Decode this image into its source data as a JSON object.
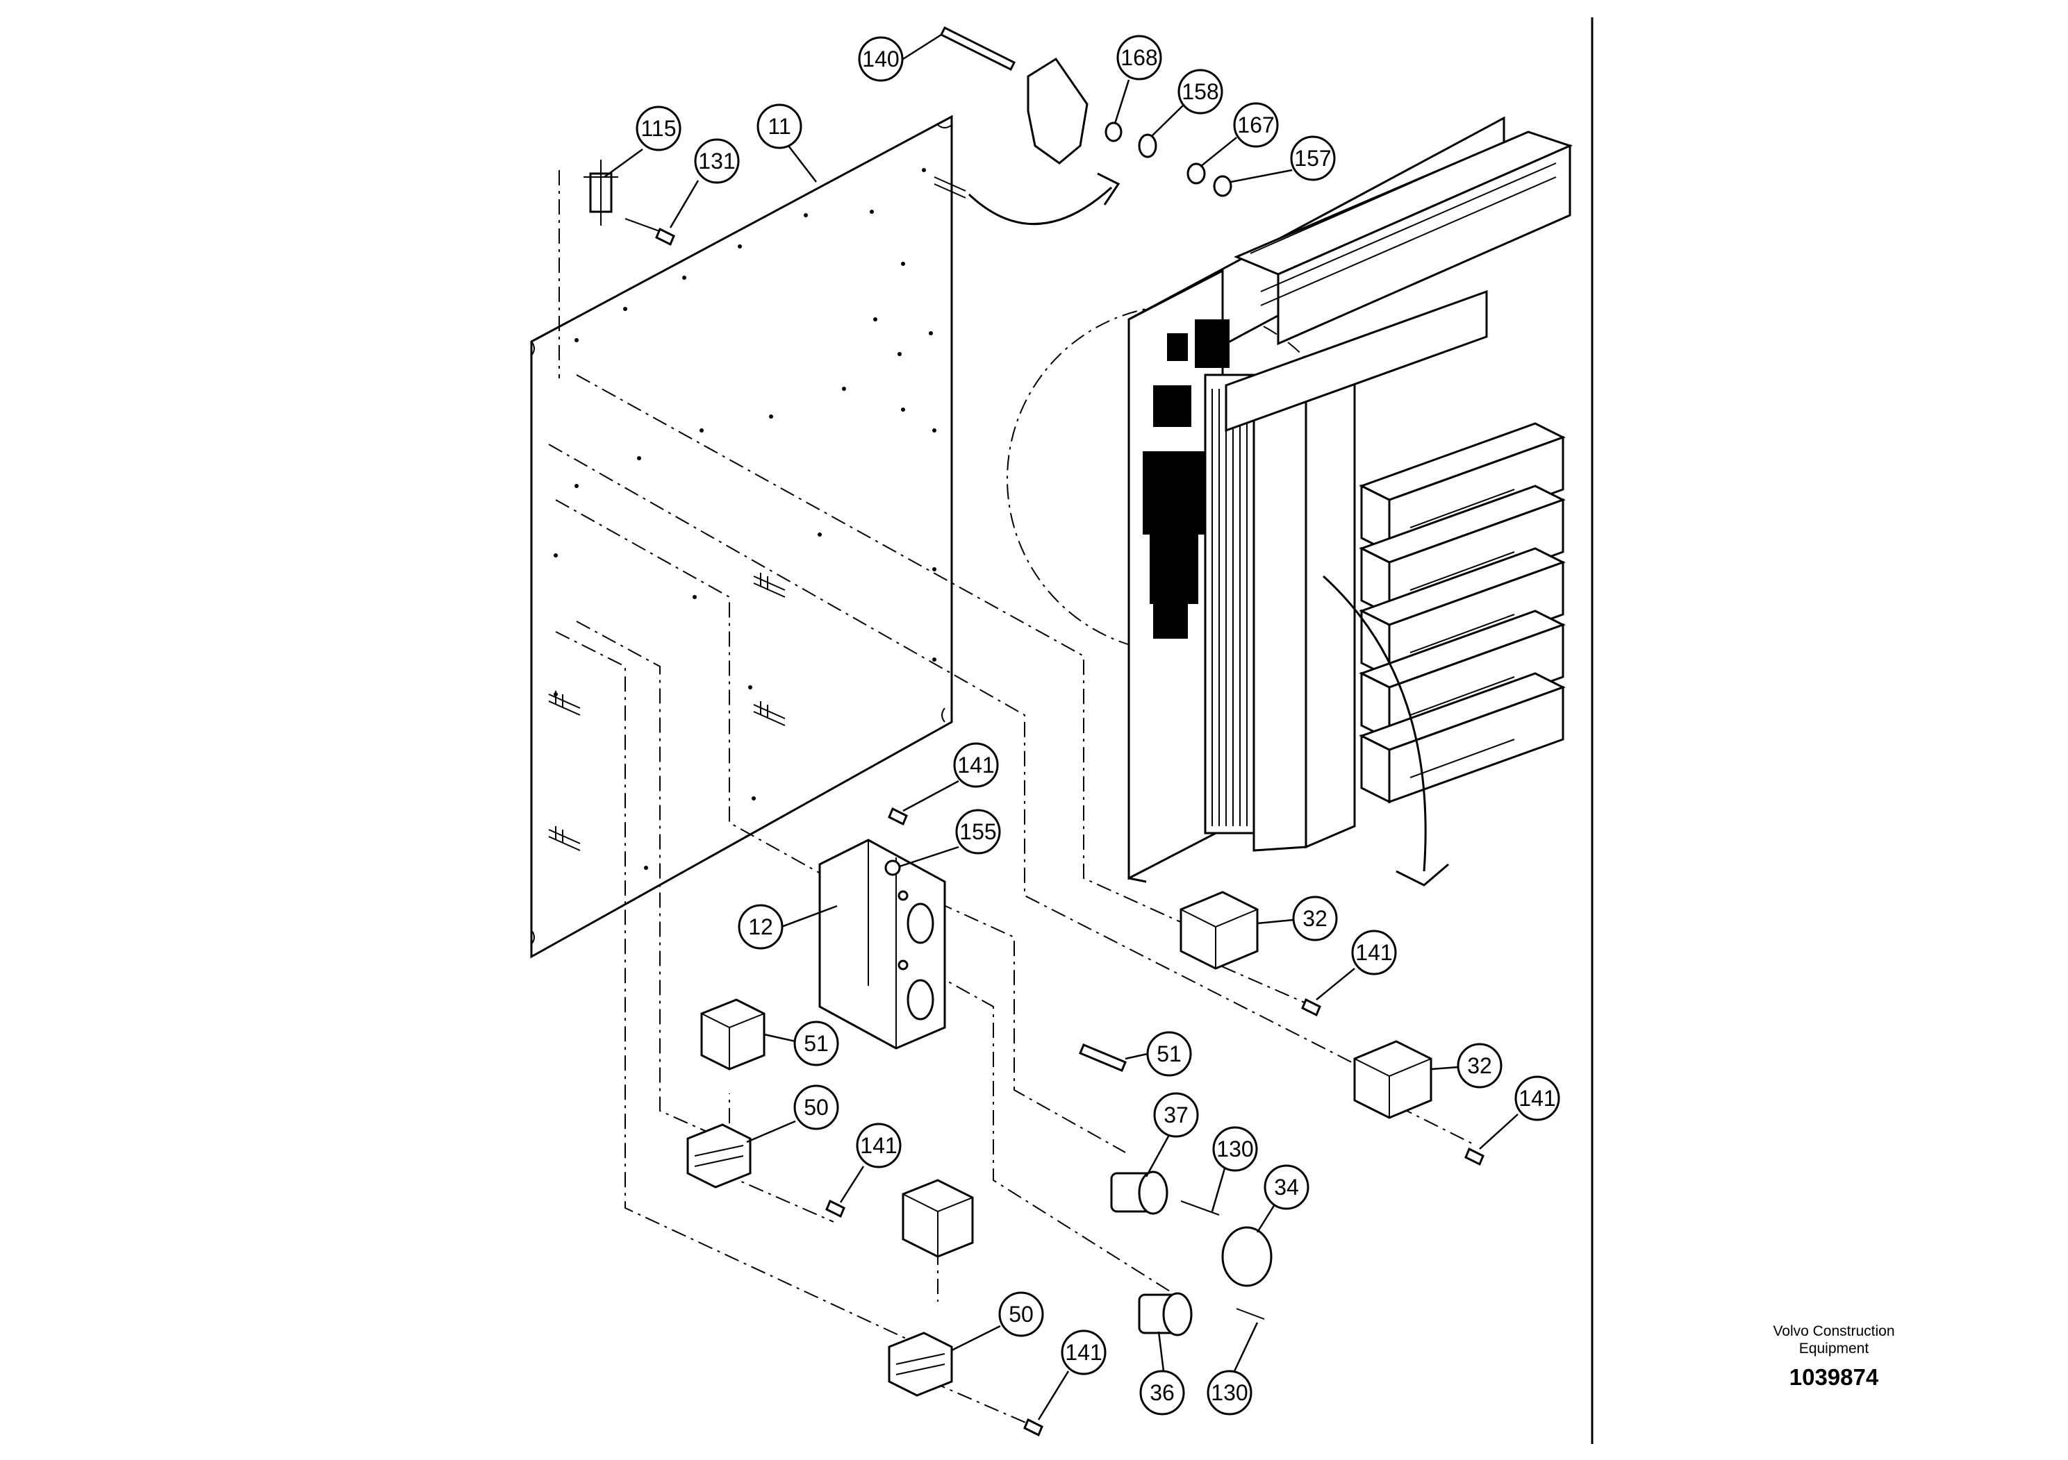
{
  "callouts": [
    {
      "id": "c140",
      "label": "140"
    },
    {
      "id": "c168",
      "label": "168"
    },
    {
      "id": "c158",
      "label": "158"
    },
    {
      "id": "c167",
      "label": "167"
    },
    {
      "id": "c157",
      "label": "157"
    },
    {
      "id": "c115",
      "label": "115"
    },
    {
      "id": "c11",
      "label": "11"
    },
    {
      "id": "c131",
      "label": "131"
    },
    {
      "id": "c141a",
      "label": "141"
    },
    {
      "id": "c155",
      "label": "155"
    },
    {
      "id": "c12",
      "label": "12"
    },
    {
      "id": "c32a",
      "label": "32"
    },
    {
      "id": "c141b",
      "label": "141"
    },
    {
      "id": "c32b",
      "label": "32"
    },
    {
      "id": "c141c",
      "label": "141"
    },
    {
      "id": "c51a",
      "label": "51"
    },
    {
      "id": "c51b",
      "label": "51"
    },
    {
      "id": "c50a",
      "label": "50"
    },
    {
      "id": "c37",
      "label": "37"
    },
    {
      "id": "c130a",
      "label": "130"
    },
    {
      "id": "c141d",
      "label": "141"
    },
    {
      "id": "c34",
      "label": "34"
    },
    {
      "id": "c50b",
      "label": "50"
    },
    {
      "id": "c141e",
      "label": "141"
    },
    {
      "id": "c36",
      "label": "36"
    },
    {
      "id": "c130b",
      "label": "130"
    }
  ],
  "title_block": {
    "brand_line1": "Volvo Construction",
    "brand_line2": "Equipment",
    "drawing_number": "1039874"
  }
}
